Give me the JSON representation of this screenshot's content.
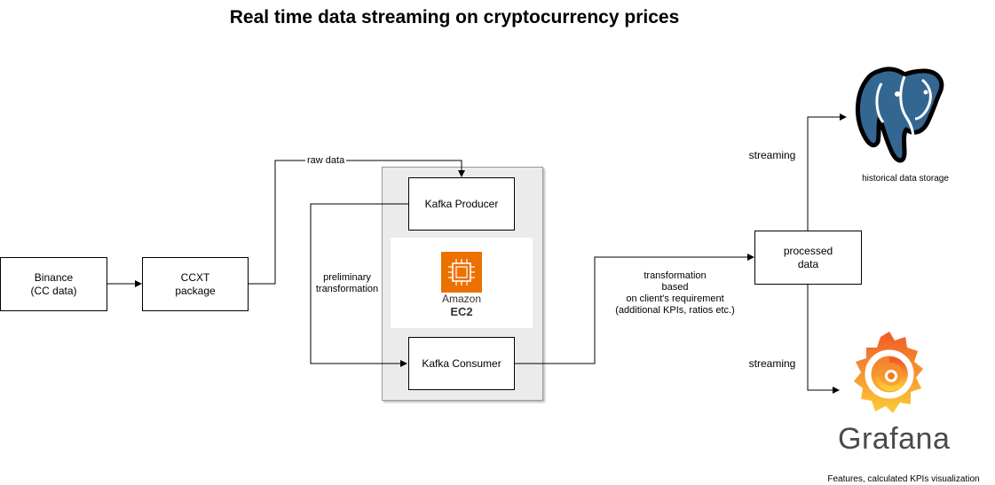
{
  "title": "Real time data streaming on cryptocurrency prices",
  "nodes": {
    "binance": "Binance\n(CC data)",
    "ccxt": "CCXT\npackage",
    "kafka_producer": "Kafka Producer",
    "kafka_consumer": "Kafka Consumer",
    "processed_data": "processed\ndata"
  },
  "ec2": {
    "brand": "Amazon",
    "service": "EC2",
    "color": "#ED7100"
  },
  "edges": {
    "raw_data": "raw data",
    "preliminary": "preliminary\ntransformation",
    "transformation": "transformation\nbased\non client's requirement\n(additional KPIs, ratios etc.)",
    "streaming_top": "streaming",
    "streaming_bottom": "streaming"
  },
  "postgres": {
    "caption": "historical data storage",
    "color": "#336791"
  },
  "grafana": {
    "wordmark": "Grafana",
    "caption": "Features, calculated KPIs visualization",
    "color": "#F46800"
  }
}
